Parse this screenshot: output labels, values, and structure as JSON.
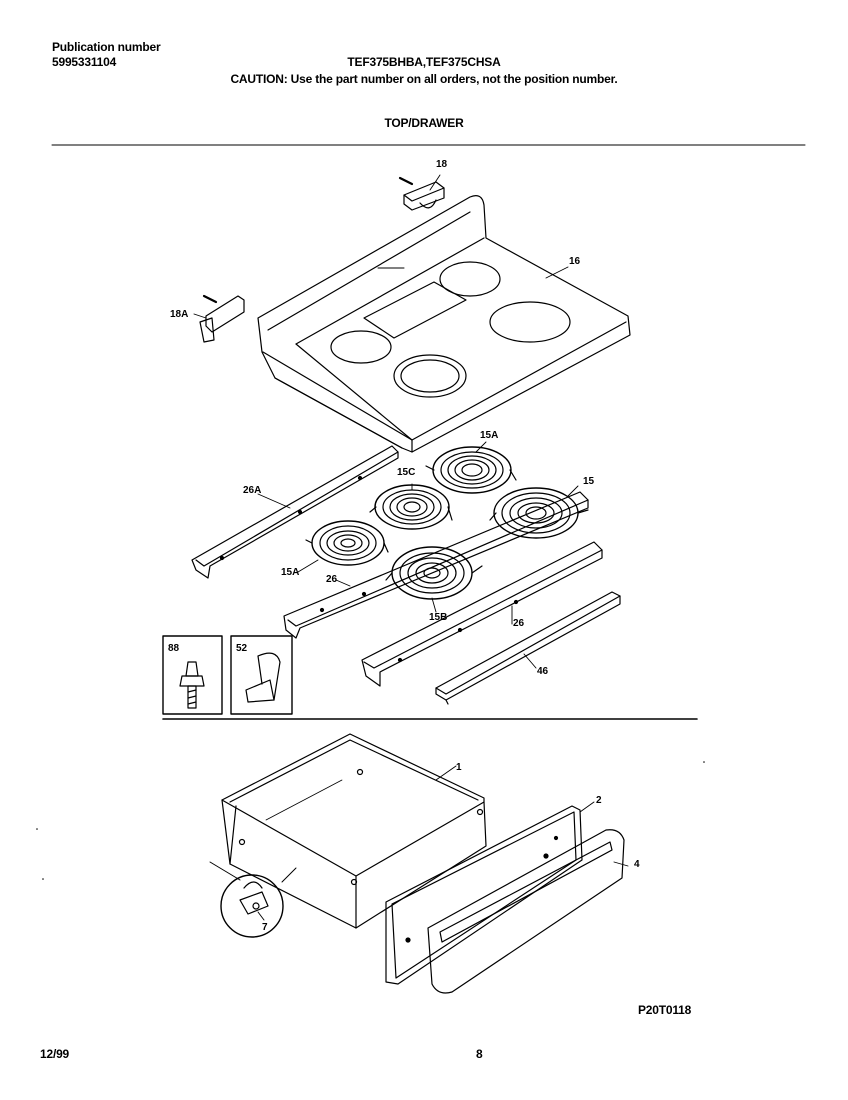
{
  "header": {
    "publication_label": "Publication number",
    "publication_number": "5995331104",
    "models": "TEF375BHBA,TEF375CHSA",
    "caution": "CAUTION:  Use the part number on all orders, not the position number.",
    "section_title": "TOP/DRAWER"
  },
  "callouts": {
    "c18": "18",
    "c16": "16",
    "c18A": "18A",
    "c15A_top": "15A",
    "c15C": "15C",
    "c15": "15",
    "c26A": "26A",
    "c15A_left": "15A",
    "c26_left": "26",
    "c15B": "15B",
    "c26_right": "26",
    "c46": "46",
    "c88": "88",
    "c52": "52",
    "c1": "1",
    "c2": "2",
    "c4": "4",
    "c7": "7"
  },
  "footer": {
    "date": "12/99",
    "page": "8",
    "figure_code": "P20T0118"
  }
}
